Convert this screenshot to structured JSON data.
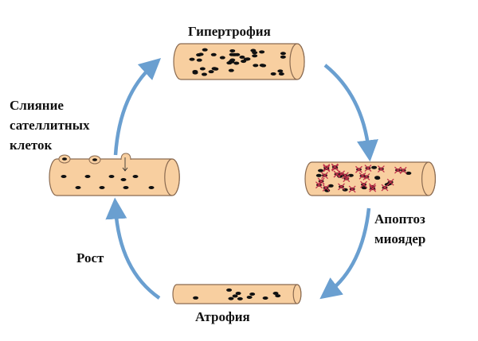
{
  "labels": {
    "hypertrophy": "Гипертрофия",
    "fusion_line1": "Слияние",
    "fusion_line2": "сателлитных",
    "fusion_line3": "клеток",
    "apoptosis_line1": "Апоптоз",
    "apoptosis_line2": "миоядер",
    "growth": "Рост",
    "atrophy": "Атрофия"
  },
  "colors": {
    "fiber": "#f8cfa0",
    "fiber_outline": "#8a6a50",
    "nucleus": "#111111",
    "apoptotic": "#c0304a",
    "arrow": "#6a9fd0"
  }
}
